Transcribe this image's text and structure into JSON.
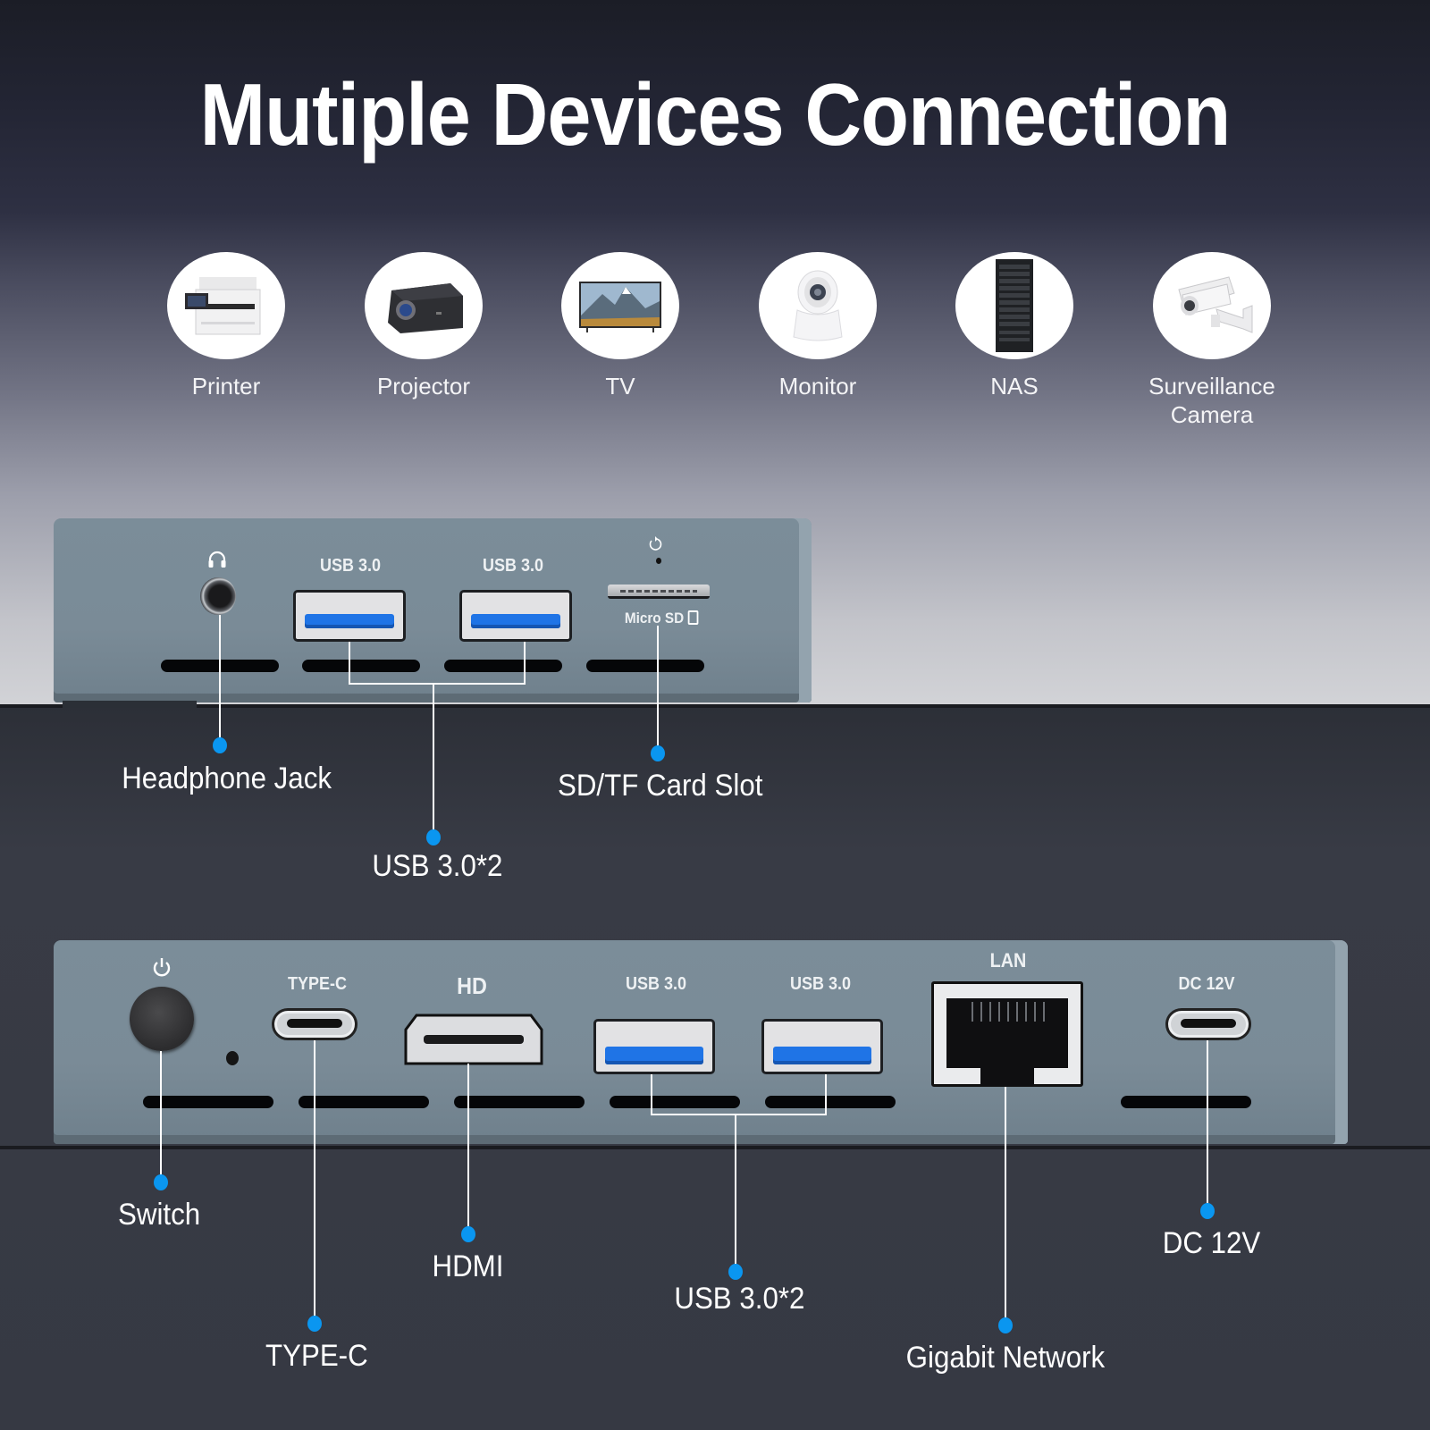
{
  "title": "Mutiple Devices Connection",
  "devices": [
    {
      "label": "Printer",
      "icon": "printer-icon"
    },
    {
      "label": "Projector",
      "icon": "projector-icon"
    },
    {
      "label": "TV",
      "icon": "tv-icon"
    },
    {
      "label": "Monitor",
      "icon": "security-camera-dome-icon"
    },
    {
      "label": "NAS",
      "icon": "server-rack-icon"
    },
    {
      "label": "Surveillance\nCamera",
      "icon": "surveillance-camera-icon"
    }
  ],
  "front_panel": {
    "port_labels": {
      "usb_a": "USB 3.0",
      "usb_b": "USB 3.0",
      "micro_sd": "Micro SD"
    },
    "callouts": {
      "headphone": "Headphone Jack",
      "usb": "USB 3.0*2",
      "sd": "SD/TF Card Slot"
    }
  },
  "rear_panel": {
    "port_labels": {
      "type_c": "TYPE-C",
      "hd": "HD",
      "usb_a": "USB 3.0",
      "usb_b": "USB 3.0",
      "lan": "LAN",
      "dc": "DC 12V"
    },
    "callouts": {
      "switch": "Switch",
      "type_c": "TYPE-C",
      "hdmi": "HDMI",
      "usb": "USB 3.0*2",
      "network": "Gigabit Network",
      "dc": "DC 12V"
    }
  },
  "colors": {
    "accent_dot": "#0a96f0",
    "usb_blue": "#1f74e6",
    "device_body": "#7a8b97"
  }
}
